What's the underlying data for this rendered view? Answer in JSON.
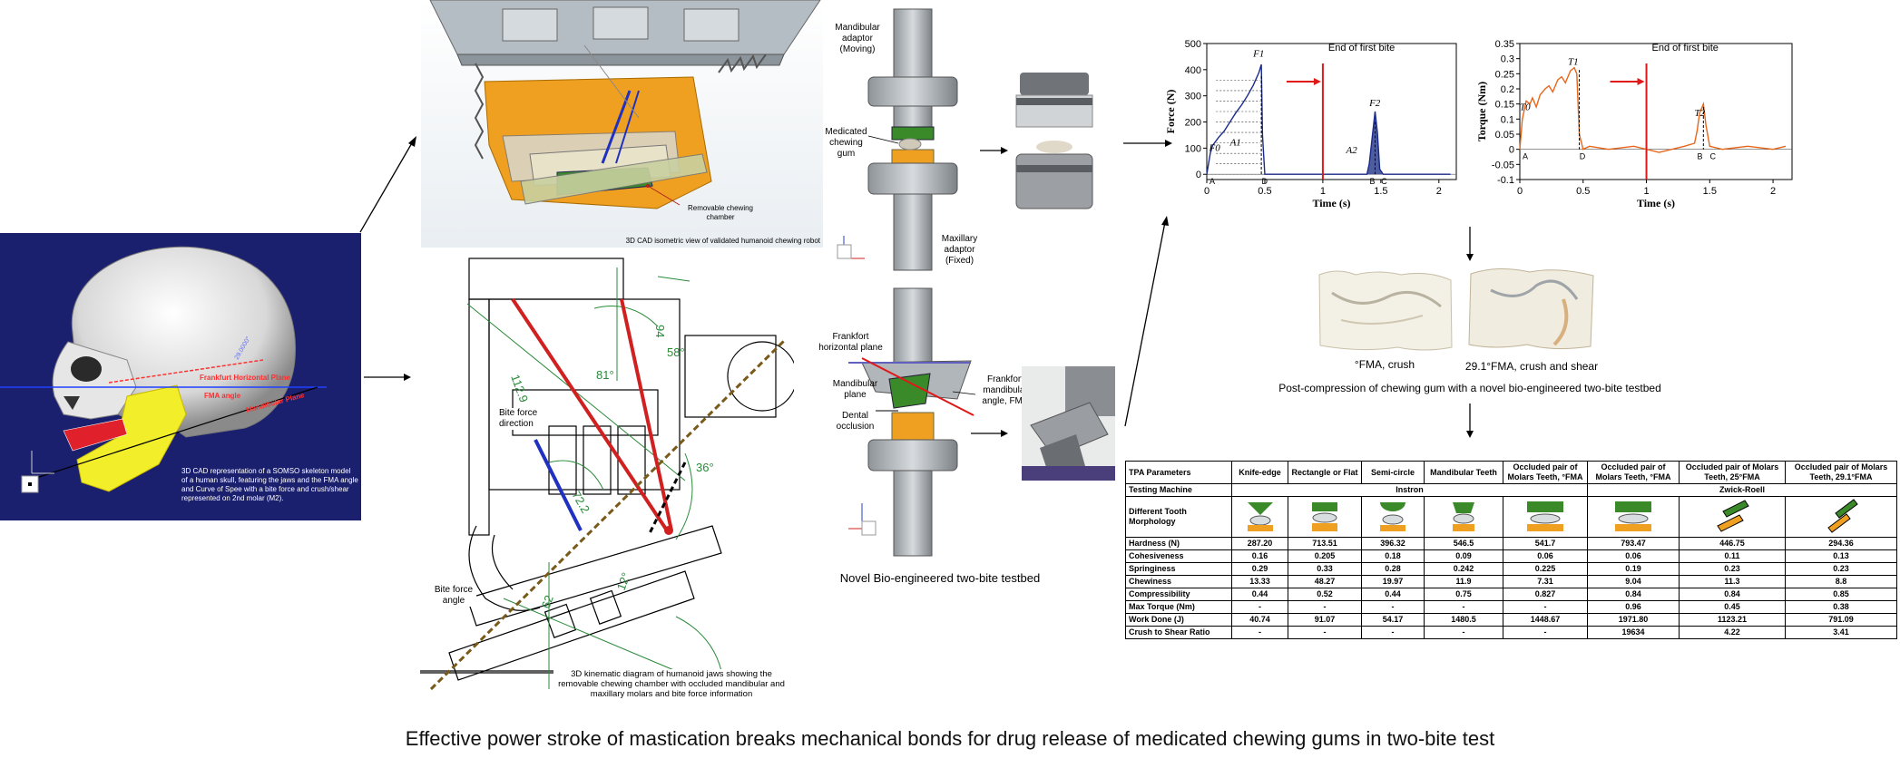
{
  "caption": "Effective power stroke of mastication breaks mechanical bonds for drug release of medicated chewing gums in two-bite test",
  "skull_panel": {
    "label_frankfort": "Frankfurt Horizontal Plane",
    "label_fma": "FMA angle",
    "label_mandibular": "Mandibular Plane",
    "description": "3D CAD representation of a SOMSO skeleton model of a human skull, featuring the jaws and the FMA angle and Curve of Spee with a bite force and crush/shear represented on 2nd molar (M2).",
    "angle_value": "29.0000°"
  },
  "cad_panel": {
    "caption": "3D CAD isometric view of validated humanoid chewing robot",
    "label_chamber": "Removable chewing chamber"
  },
  "kinematic_panel": {
    "caption": "3D kinematic diagram of humanoid jaws showing the removable chewing chamber with occluded mandibular and maxillary molars and bite force information",
    "label_bite_force_direction": "Bite force direction",
    "label_bite_force_angle": "Bite force angle",
    "dim_94": "94",
    "dim_58": "58°",
    "dim_81": "81°",
    "dim_1129": "112.9",
    "dim_722": "72.2",
    "dim_36": "36°",
    "dim_12": "12°",
    "dim_62": "62"
  },
  "testbed_panel": {
    "label_mandibular_adaptor": "Mandibular adaptor (Moving)",
    "label_medicated_gum": "Medicated chewing gum",
    "label_maxillary_adaptor": "Maxillary adaptor (Fixed)",
    "label_frankfort_horizontal": "Frankfort horizontal plane",
    "label_mandibular_plane": "Mandibular plane",
    "label_dental_occlusion": "Dental occlusion",
    "label_frankfort_mandibular": "Frankfort mandibular angle, FMA",
    "caption": "Novel Bio-engineered two-bite testbed"
  },
  "force_chart": {
    "ylabel": "Force (N)",
    "xlabel": "Time (s)",
    "annotation": "End of first bite",
    "point_labels": [
      "F0",
      "F1",
      "A1",
      "F2",
      "A2"
    ],
    "axis_letters": [
      "A",
      "D",
      "B",
      "C"
    ]
  },
  "torque_chart": {
    "ylabel": "Torque (Nm)",
    "xlabel": "Time (s)",
    "annotation": "End of first bite",
    "point_labels": [
      "T0",
      "T1",
      "T2"
    ],
    "axis_letters": [
      "A",
      "D",
      "B",
      "C"
    ]
  },
  "chart_data": [
    {
      "type": "line",
      "title": "",
      "xlabel": "Time (s)",
      "ylabel": "Force (N)",
      "xlim": [
        0,
        2.15
      ],
      "ylim": [
        -20,
        500
      ],
      "xticks": [
        "0",
        "0.5",
        "1",
        "1.5",
        "2"
      ],
      "yticks": [
        "500",
        "400",
        "300",
        "200",
        "100",
        "0"
      ],
      "grid": false,
      "series": [
        {
          "x": [
            0,
            0.03,
            0.05,
            0.1,
            0.15,
            0.2,
            0.25,
            0.3,
            0.35,
            0.4,
            0.45,
            0.47,
            0.48,
            0.5,
            0.6,
            0.8,
            1.0,
            1.2,
            1.38,
            1.4,
            1.42,
            1.45,
            1.47,
            1.49,
            1.52,
            1.6,
            1.8,
            2.0,
            2.1
          ],
          "y": [
            0,
            80,
            110,
            140,
            165,
            200,
            235,
            265,
            300,
            340,
            390,
            420,
            150,
            0,
            0,
            0,
            0,
            0,
            0,
            40,
            120,
            240,
            160,
            20,
            0,
            0,
            0,
            0,
            0
          ]
        }
      ],
      "annotation_x": 1.0
    },
    {
      "type": "line",
      "title": "",
      "xlabel": "Time (s)",
      "ylabel": "Torque (Nm)",
      "xlim": [
        0,
        2.15
      ],
      "ylim": [
        -0.1,
        0.35
      ],
      "xticks": [
        "0",
        "0.5",
        "1",
        "1.5",
        "2"
      ],
      "yticks": [
        "0.35",
        "0.3",
        "0.25",
        "0.2",
        "0.15",
        "0.1",
        "0.05",
        "0",
        "-0.05",
        "-0.1"
      ],
      "grid": false,
      "series": [
        {
          "x": [
            0,
            0.02,
            0.05,
            0.08,
            0.1,
            0.13,
            0.16,
            0.2,
            0.23,
            0.26,
            0.3,
            0.33,
            0.36,
            0.4,
            0.43,
            0.45,
            0.47,
            0.5,
            0.55,
            0.7,
            0.9,
            1.1,
            1.3,
            1.38,
            1.4,
            1.42,
            1.45,
            1.47,
            1.5,
            1.6,
            1.8,
            2.0,
            2.1
          ],
          "y": [
            0,
            0.1,
            0.16,
            0.15,
            0.17,
            0.14,
            0.18,
            0.2,
            0.21,
            0.19,
            0.23,
            0.24,
            0.22,
            0.26,
            0.27,
            0.25,
            0.05,
            0,
            0.01,
            0,
            0.01,
            -0.01,
            0.01,
            0.02,
            0.06,
            0.12,
            0.15,
            0.08,
            0.01,
            0,
            0.01,
            0,
            0.01
          ]
        }
      ],
      "annotation_x": 1.0
    }
  ],
  "gum_photos": {
    "label_left": "°FMA, crush",
    "label_right": "29.1°FMA, crush and shear",
    "caption": "Post-compression of chewing gum with a novel bio-engineered two-bite testbed"
  },
  "tpa_table": {
    "header": [
      "TPA Parameters",
      "Knife-edge",
      "Rectangle or Flat",
      "Semi-circle",
      "Mandibular Teeth",
      "Occluded pair of Molars Teeth, °FMA",
      "Occluded pair of Molars Teeth, °FMA",
      "Occluded pair of Molars Teeth, 25°FMA",
      "Occluded pair of Molars Teeth, 29.1°FMA"
    ],
    "testing_machine_label": "Testing Machine",
    "instron": "Instron",
    "zwick": "Zwick-Roell",
    "morphology_label": "Different Tooth Morphology",
    "rows": [
      {
        "name": "Hardness (N)",
        "values": [
          "287.20",
          "713.51",
          "396.32",
          "546.5",
          "541.7",
          "793.47",
          "446.75",
          "294.36"
        ]
      },
      {
        "name": "Cohesiveness",
        "values": [
          "0.16",
          "0.205",
          "0.18",
          "0.09",
          "0.06",
          "0.06",
          "0.11",
          "0.13"
        ]
      },
      {
        "name": "Springiness",
        "values": [
          "0.29",
          "0.33",
          "0.28",
          "0.242",
          "0.225",
          "0.19",
          "0.23",
          "0.23"
        ]
      },
      {
        "name": "Chewiness",
        "values": [
          "13.33",
          "48.27",
          "19.97",
          "11.9",
          "7.31",
          "9.04",
          "11.3",
          "8.8"
        ]
      },
      {
        "name": "Compressibility",
        "values": [
          "0.44",
          "0.52",
          "0.44",
          "0.75",
          "0.827",
          "0.84",
          "0.84",
          "0.85"
        ]
      },
      {
        "name": "Max Torque (Nm)",
        "values": [
          "-",
          "-",
          "-",
          "-",
          "-",
          "0.96",
          "0.45",
          "0.38"
        ]
      },
      {
        "name": "Work Done (J)",
        "values": [
          "40.74",
          "91.07",
          "54.17",
          "1480.5",
          "1448.67",
          "1971.80",
          "1123.21",
          "791.09"
        ]
      },
      {
        "name": "Crush to Shear Ratio",
        "values": [
          "-",
          "-",
          "-",
          "-",
          "-",
          "19634",
          "4.22",
          "3.41"
        ]
      }
    ]
  },
  "colors": {
    "skull_bg": "#1a1f6e",
    "jaw_yellow": "#f2ee2a",
    "teeth_red": "#e0202a",
    "cad_orange": "#f0a020",
    "chart_blue": "#1a2a8a",
    "torque_orange": "#e8651a",
    "red_line": "#e01818",
    "gum_green": "#3a8a2a"
  }
}
